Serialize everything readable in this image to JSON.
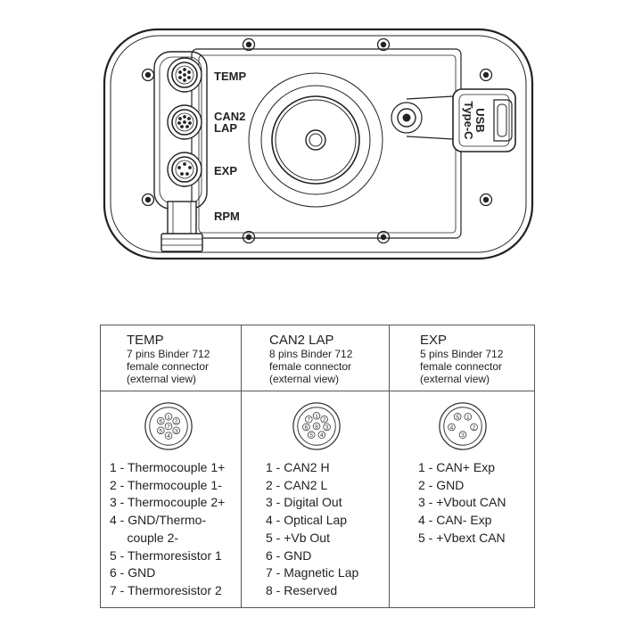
{
  "device": {
    "labels": {
      "temp": "TEMP",
      "can2_line1": "CAN2",
      "can2_line2": "LAP",
      "exp": "EXP",
      "rpm": "RPM",
      "usb_line1": "USB",
      "usb_line2": "Type-C"
    }
  },
  "table": {
    "columns": [
      {
        "title": "TEMP",
        "desc": [
          "7 pins Binder 712",
          "female connector",
          "(external view)"
        ],
        "pin_count": 7,
        "pins": [
          "1 - Thermocouple 1+",
          "2 - Thermocouple 1-",
          "3 - Thermocouple 2+",
          "4 - GND/Thermo-",
          "     couple 2-",
          "5 - Thermoresistor 1",
          "6 - GND",
          "7 - Thermoresistor 2"
        ]
      },
      {
        "title": "CAN2 LAP",
        "desc": [
          "8 pins Binder 712",
          "female connector",
          "(external view)"
        ],
        "pin_count": 8,
        "pins": [
          "1 - CAN2 H",
          "2 - CAN2 L",
          "3 - Digital Out",
          "4 - Optical Lap",
          "5 - +Vb Out",
          "6 - GND",
          "7 - Magnetic Lap",
          "8 - Reserved"
        ]
      },
      {
        "title": "EXP",
        "desc": [
          "5 pins Binder 712",
          "female connector",
          "(external view)"
        ],
        "pin_count": 5,
        "pins": [
          "1 - CAN+ Exp",
          "2 - GND",
          "3 - +Vbout CAN",
          "4 - CAN- Exp",
          "5 - +Vbext CAN"
        ]
      }
    ]
  }
}
